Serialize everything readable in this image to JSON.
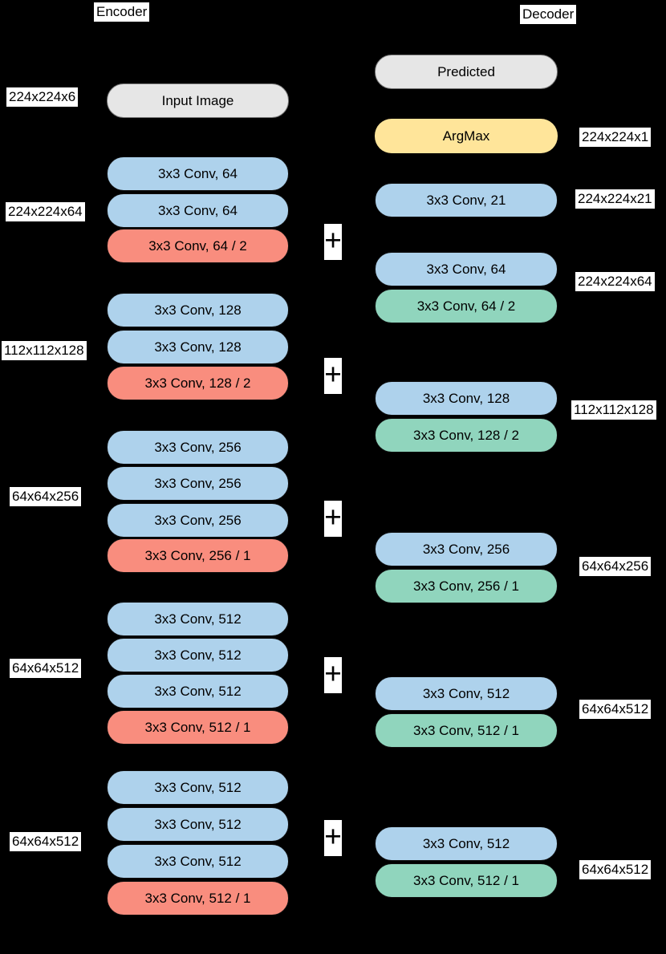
{
  "palette": {
    "background": "#000000",
    "conv_blue": "#AED2EC",
    "downsample_salmon": "#F98D7E",
    "upsample_green": "#90D5BD",
    "argmax_yellow": "#FFE59A",
    "io_gray": "#E6E6E6",
    "label_chip_bg": "#FFFFFF",
    "text": "#000000"
  },
  "encoder": {
    "title": "Encoder",
    "dim_labels": [
      "224x224x6",
      "224x224x64",
      "112x112x128",
      "64x64x256",
      "64x64x512",
      "64x64x512"
    ],
    "blocks": [
      {
        "label": "Input Image",
        "type": "input"
      },
      {
        "label": "3x3 Conv, 64",
        "type": "conv"
      },
      {
        "label": "3x3 Conv, 64",
        "type": "conv"
      },
      {
        "label": "3x3 Conv, 64 / 2",
        "type": "downsample"
      },
      {
        "label": "3x3 Conv, 128",
        "type": "conv"
      },
      {
        "label": "3x3 Conv, 128",
        "type": "conv"
      },
      {
        "label": "3x3 Conv, 128 / 2",
        "type": "downsample"
      },
      {
        "label": "3x3 Conv, 256",
        "type": "conv"
      },
      {
        "label": "3x3 Conv, 256",
        "type": "conv"
      },
      {
        "label": "3x3 Conv, 256",
        "type": "conv"
      },
      {
        "label": "3x3 Conv, 256 / 1",
        "type": "downsample"
      },
      {
        "label": "3x3 Conv, 512",
        "type": "conv"
      },
      {
        "label": "3x3 Conv, 512",
        "type": "conv"
      },
      {
        "label": "3x3 Conv, 512",
        "type": "conv"
      },
      {
        "label": "3x3 Conv, 512 / 1",
        "type": "downsample"
      },
      {
        "label": "3x3 Conv, 512",
        "type": "conv"
      },
      {
        "label": "3x3 Conv, 512",
        "type": "conv"
      },
      {
        "label": "3x3 Conv, 512",
        "type": "conv"
      },
      {
        "label": "3x3 Conv, 512 / 1",
        "type": "downsample"
      }
    ]
  },
  "decoder": {
    "title": "Decoder",
    "dim_labels": [
      "224x224x1",
      "224x224x21",
      "224x224x64",
      "112x112x128",
      "64x64x256",
      "64x64x512",
      "64x64x512"
    ],
    "blocks": [
      {
        "label": "Predicted",
        "type": "output"
      },
      {
        "label": "ArgMax",
        "type": "argmax"
      },
      {
        "label": "3x3 Conv, 21",
        "type": "conv"
      },
      {
        "label": "3x3 Conv, 64",
        "type": "conv"
      },
      {
        "label": "3x3 Conv, 64 / 2",
        "type": "upsample"
      },
      {
        "label": "3x3 Conv, 128",
        "type": "conv"
      },
      {
        "label": "3x3 Conv, 128 / 2",
        "type": "upsample"
      },
      {
        "label": "3x3 Conv, 256",
        "type": "conv"
      },
      {
        "label": "3x3 Conv, 256 / 1",
        "type": "upsample"
      },
      {
        "label": "3x3 Conv, 512",
        "type": "conv"
      },
      {
        "label": "3x3 Conv, 512 / 1",
        "type": "upsample"
      },
      {
        "label": "3x3 Conv, 512",
        "type": "conv"
      },
      {
        "label": "3x3 Conv, 512 / 1",
        "type": "upsample"
      }
    ]
  },
  "skip": {
    "operator": "+",
    "count": 5
  }
}
